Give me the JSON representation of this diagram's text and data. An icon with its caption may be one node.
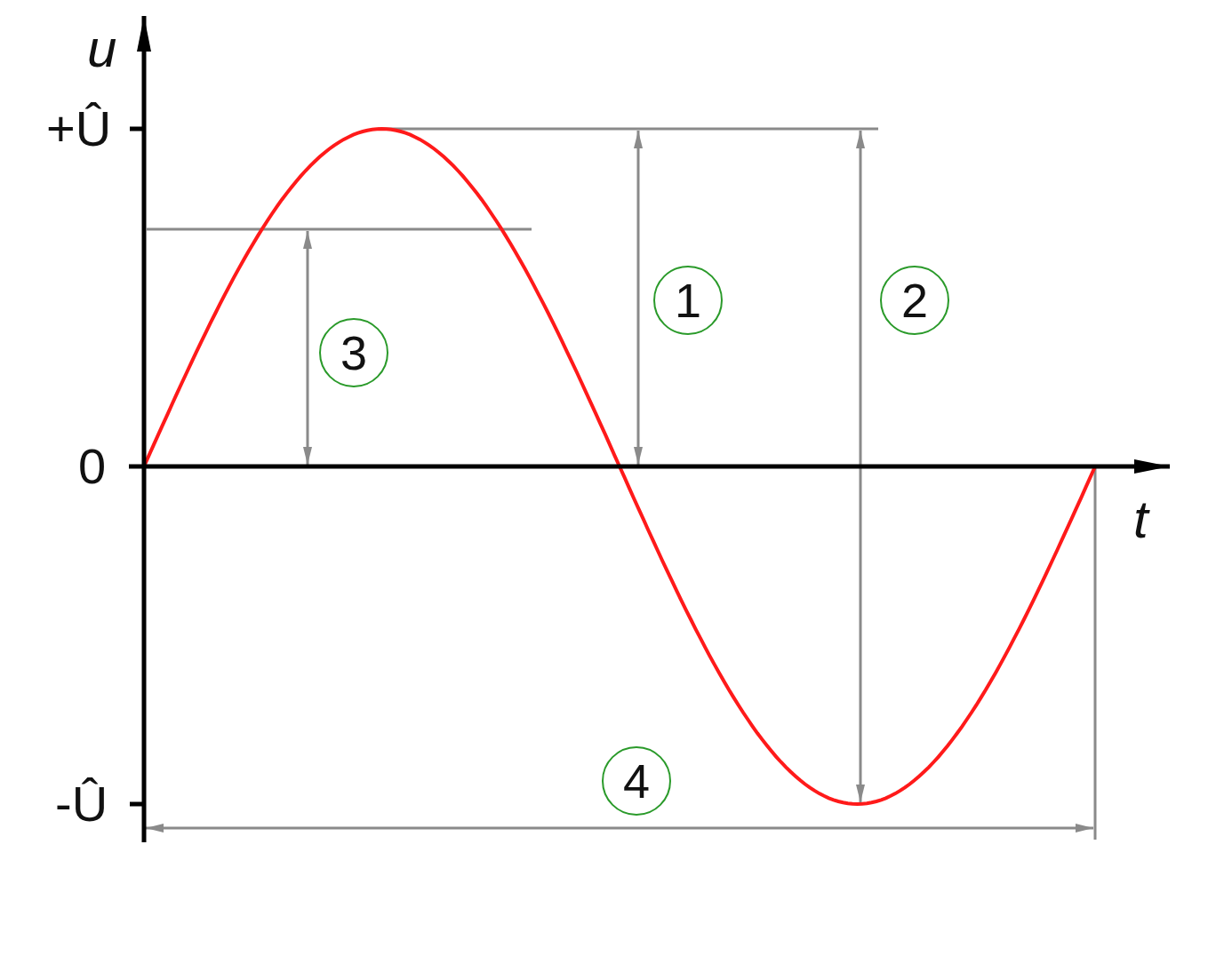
{
  "diagram": {
    "labels": [
      "u",
      "+Û",
      "1",
      "2",
      "3",
      "0",
      "t",
      "4",
      "-Û"
    ]
  }
}
